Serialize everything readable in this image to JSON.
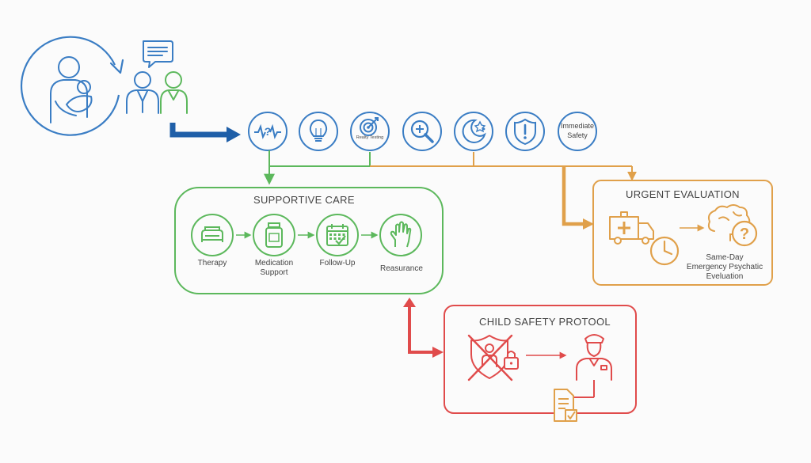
{
  "colors": {
    "blue": "#3a7dc4",
    "dark_blue": "#1f5fa8",
    "green": "#5cb85c",
    "orange": "#e0a04a",
    "red": "#e04b4b"
  },
  "top_icons": [
    {
      "icon": "waveform-question-icon",
      "label": ""
    },
    {
      "icon": "lightbulb-icon",
      "label": ""
    },
    {
      "icon": "target-icon",
      "label": "Realty Testing"
    },
    {
      "icon": "magnifier-plus-icon",
      "label": ""
    },
    {
      "icon": "moon-stars-icon",
      "label": ""
    },
    {
      "icon": "shield-alert-icon",
      "label": ""
    },
    {
      "icon": "text-circle",
      "label": "Immediate Safety"
    }
  ],
  "supportive_care": {
    "title": "SUPPORTIVE CARE",
    "items": [
      {
        "icon": "sofa-icon",
        "label": "Therapy"
      },
      {
        "icon": "medicine-bottle-icon",
        "label": "Medication Support"
      },
      {
        "icon": "calendar-check-icon",
        "label": "Follow-Up"
      },
      {
        "icon": "raised-hand-icon",
        "label": "Reasurance"
      }
    ]
  },
  "urgent_evaluation": {
    "title": "URGENT EVALUATION",
    "label_line1": "Same-Day",
    "label_line2": "Emergency Psychatic",
    "label_line3": "Eveluation"
  },
  "child_safety": {
    "title": "CHILD SAFETY PROTOOL"
  }
}
